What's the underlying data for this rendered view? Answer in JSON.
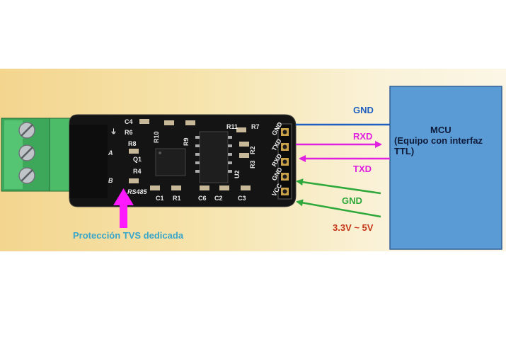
{
  "mcu": {
    "title": "MCU",
    "subtitle": "(Equipo con interfaz TTL)"
  },
  "signals": {
    "gnd_top": "GND",
    "rxd": "RXD",
    "txd": "TXD",
    "gnd_bottom": "GND",
    "vcc": "3.3V ~ 5V"
  },
  "annotation": {
    "tvs": "Protección TVS dedicada"
  },
  "board": {
    "pins": [
      "GND",
      "TXD",
      "RXD",
      "GND",
      "VCC"
    ],
    "terminals": [
      "A",
      "B"
    ],
    "model": "RS485",
    "parts": [
      "C4",
      "R6",
      "R8",
      "Q1",
      "R4",
      "R10",
      "R9",
      "R11",
      "R7",
      "R2",
      "R3",
      "U2",
      "C1",
      "R1",
      "C6",
      "C2",
      "C3"
    ]
  },
  "colors": {
    "gnd_line": "#1f5fbf",
    "rxd_line": "#e020e0",
    "txd_line": "#e020e0",
    "gnd_bottom_line": "#2ea83a",
    "vcc_line": "#2ea83a",
    "mcu_box": "#5b9bd5",
    "arrow": "#ff19ff",
    "vcc_label": "#c43818"
  }
}
